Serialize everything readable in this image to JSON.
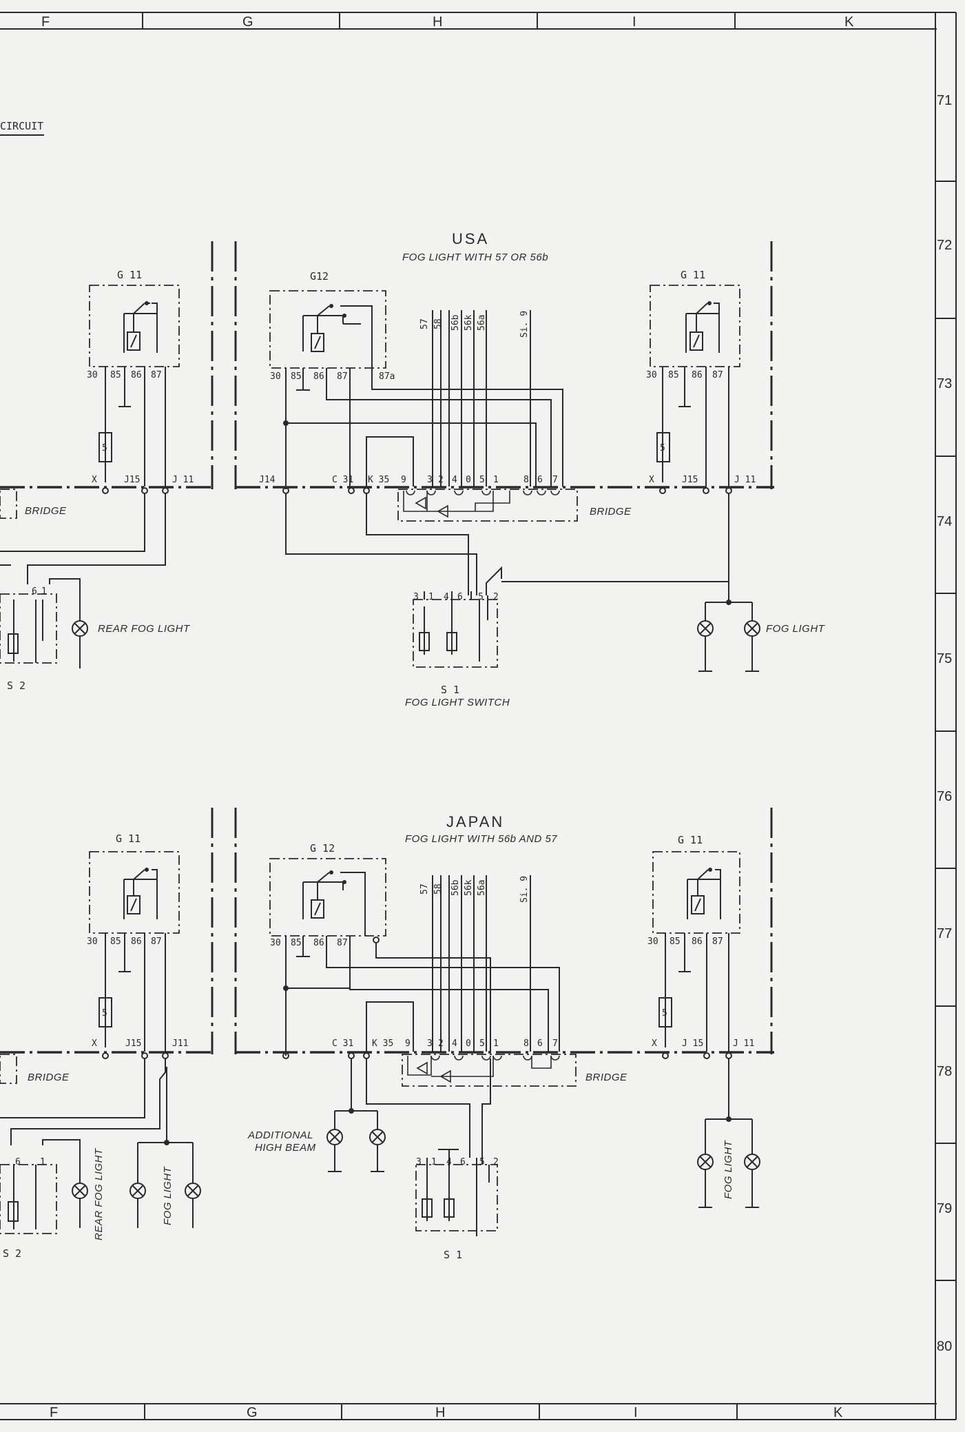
{
  "columns": [
    "F",
    "G",
    "H",
    "I",
    "K"
  ],
  "rows": [
    "71",
    "72",
    "73",
    "74",
    "75",
    "76",
    "77",
    "78",
    "79",
    "80"
  ],
  "header_fragment": "CIRCUIT",
  "top": {
    "title": "USA",
    "subtitle": "FOG LIGHT WITH 57 OR 56b",
    "relay_left": "G 11",
    "relay_mid": "G12",
    "relay_right": "G 11",
    "pins_relay": [
      "30",
      "85",
      "86",
      "87"
    ],
    "pin_87a": "87a",
    "wires": [
      "57",
      "58",
      "56b",
      "56k",
      "56a",
      "Si. 9"
    ],
    "bridge": "BRIDGE",
    "conn_left": [
      "X",
      "J15",
      "J 11"
    ],
    "conn_mid": [
      "J14",
      "C 31",
      "K 35"
    ],
    "conn_right": [
      "X",
      "J15",
      "J 11"
    ],
    "bridge_pins": [
      "9",
      "3",
      "2",
      "4",
      "0",
      "5",
      "1",
      "8",
      "6",
      "7"
    ],
    "switch_pins": [
      "3",
      "1",
      "4",
      "6",
      "5",
      "2"
    ],
    "fuse": "5",
    "s2_pins": [
      "6",
      "1"
    ],
    "rear_fog": "REAR FOG LIGHT",
    "s2": "S 2",
    "s1": "S 1",
    "s1_name": "FOG LIGHT SWITCH",
    "fog": "FOG LIGHT"
  },
  "bottom": {
    "title": "JAPAN",
    "subtitle": "FOG LIGHT WITH 56b AND 57",
    "relay_left": "G 11",
    "relay_mid": "G 12",
    "relay_right": "G 11",
    "wires": [
      "57",
      "58",
      "56b",
      "56k",
      "56a",
      "Si. 9"
    ],
    "bridge": "BRIDGE",
    "conn_left": [
      "X",
      "J15",
      "J11"
    ],
    "conn_mid": [
      "C 31",
      "K 35"
    ],
    "conn_right": [
      "X",
      "J 15",
      "J 11"
    ],
    "additional": "ADDITIONAL",
    "high_beam": "HIGH BEAM",
    "rear_fog": "REAR FOG LIGHT",
    "fog_left": "FOG LIGHT",
    "fog_right": "FOG LIGHT",
    "s2": "S 2",
    "s1": "S 1"
  }
}
